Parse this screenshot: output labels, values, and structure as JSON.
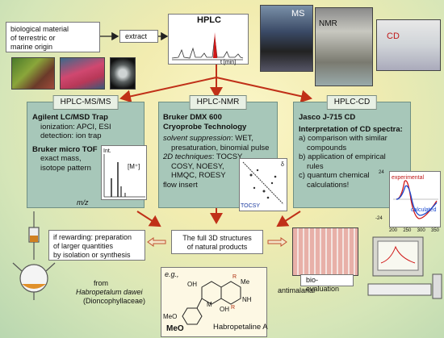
{
  "source_box": {
    "line1": "biological material",
    "line2": "of terrestric or",
    "line3": "marine origin"
  },
  "extract_label": "extract",
  "hplc": {
    "title": "HPLC",
    "axis_label": "t [min]"
  },
  "instruments": {
    "ms": "MS",
    "nmr": "NMR",
    "cd": "CD"
  },
  "panel_ms": {
    "title": "HPLC-MS/MS",
    "heading": "Agilent LC/MSD Trap",
    "ionization": "ionization: APCI, ESI",
    "detection": "detection:  ion trap",
    "tof_heading": "Bruker micro TOF",
    "tof_1": "exact mass,",
    "tof_2": "isotope pattern",
    "spec_int": "Int.",
    "spec_mplus": "[M⁺]",
    "spec_mz": "m/z"
  },
  "panel_nmr": {
    "title": "HPLC-NMR",
    "heading1": "Bruker DMX 600",
    "heading2": "Cryoprobe Technology",
    "solvent_label": "solvent suppression",
    "solvent_value": ": WET,",
    "solvent_2": "presaturation, binomial pulse",
    "twod_label": "2D techniques",
    "twod_value": ": TOCSY,",
    "twod_2": "COSY, NOESY,",
    "twod_3": "HMQC, ROESY",
    "flow": "flow insert",
    "tocsy": "TOCSY",
    "delta": "δ"
  },
  "panel_cd": {
    "title": "HPLC-CD",
    "heading": "Jasco J-715 CD",
    "interp": "Interpretation of CD spectra:",
    "a1": "a) comparison with similar",
    "a2": "compounds",
    "b1": "b) application of empirical",
    "b2": "rules",
    "c1": "c) quantum chemical",
    "c2": "calculations!",
    "exp": "experimental",
    "calc": "calculated",
    "y_top": "24",
    "y_bot": "-24",
    "x_ticks": [
      "200",
      "250",
      "300",
      "350"
    ]
  },
  "rewarding": {
    "l1": "if rewarding: preparation",
    "l2": "of larger quantities",
    "l3": "by isolation or synthesis"
  },
  "center": {
    "l1": "The full 3D structures",
    "l2": "of natural products"
  },
  "bio": "bio-evaluation",
  "antimalarial": "antimalarial",
  "species": {
    "from": "from",
    "name": "Habropetalum dawei",
    "family": "(Dioncophyllaceae)"
  },
  "molecule": {
    "eg": "e.g.,",
    "name": "Habropetaline  A",
    "oh1": "OH",
    "oh2": "OH",
    "meo1": "MeO",
    "meo2": "MeO",
    "me": "Me",
    "nh": "NH",
    "m": "M",
    "r1": "R",
    "r2": "R"
  },
  "colors": {
    "arrow": "#c03018",
    "panel": "#a7c7b9",
    "peak": "#d01818"
  }
}
